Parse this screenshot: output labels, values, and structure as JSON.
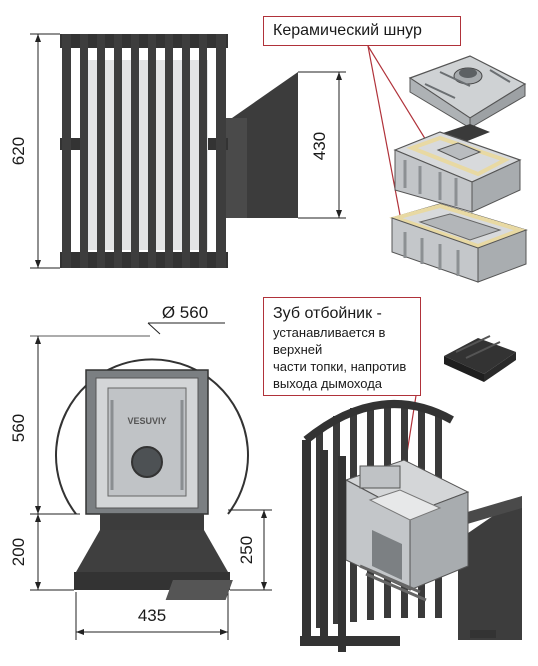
{
  "labels": {
    "ceramic_cord": "Керамический шнур",
    "tooth_title": "Зуб отбойник -",
    "tooth_line1": "устанавливается в верхней",
    "tooth_line2": "части топки, напротив",
    "tooth_line3": "выхода дымохода"
  },
  "dimensions": {
    "height_total": "620",
    "height_hood": "430",
    "diameter": "Ø 560",
    "height_body": "560",
    "height_base": "200",
    "height_base_side": "250",
    "width_base": "435"
  },
  "colors": {
    "metal": "#3f3f3f",
    "metal_dark": "#2b2b2b",
    "ceramic": "#cfd2d4",
    "cord": "#e8d9a3",
    "callout": "#b0323a"
  }
}
